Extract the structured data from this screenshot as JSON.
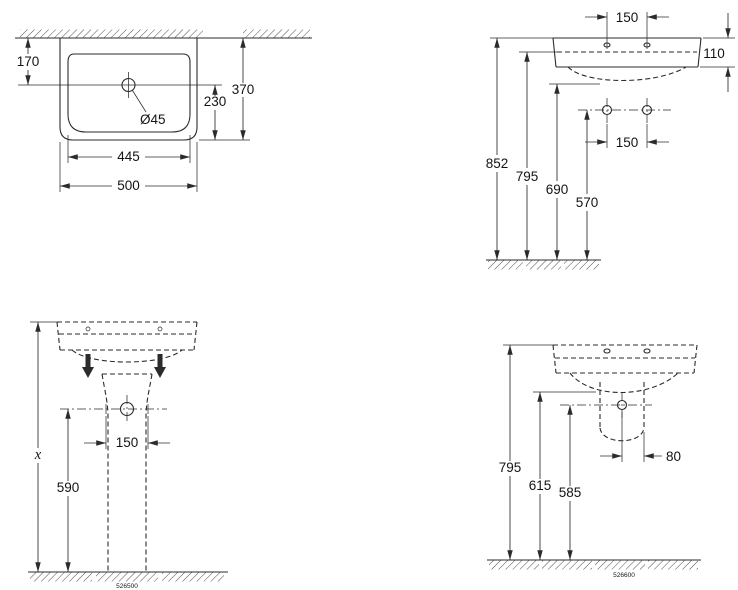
{
  "style": {
    "background": "#ffffff",
    "line_color": "#2b2b2b"
  },
  "plan": {
    "wall_offset": "170",
    "depth": "370",
    "hole_to_front": "230",
    "hole_dia": "Ø45",
    "inner_width": "445",
    "width": "500"
  },
  "front": {
    "tap_spacing": "150",
    "rim_height": "110",
    "h_top": "852",
    "h_front": "795",
    "h_bottom": "690",
    "h_fix": "570",
    "fix_spacing": "150"
  },
  "pedestal": {
    "fix_spacing": "150",
    "h_total": "x",
    "h_pedestal": "590",
    "part_no": "526500"
  },
  "half_pedestal": {
    "hole_offset": "80",
    "h_top": "795",
    "h_mid": "615",
    "h_fix": "585",
    "part_no": "526600"
  }
}
